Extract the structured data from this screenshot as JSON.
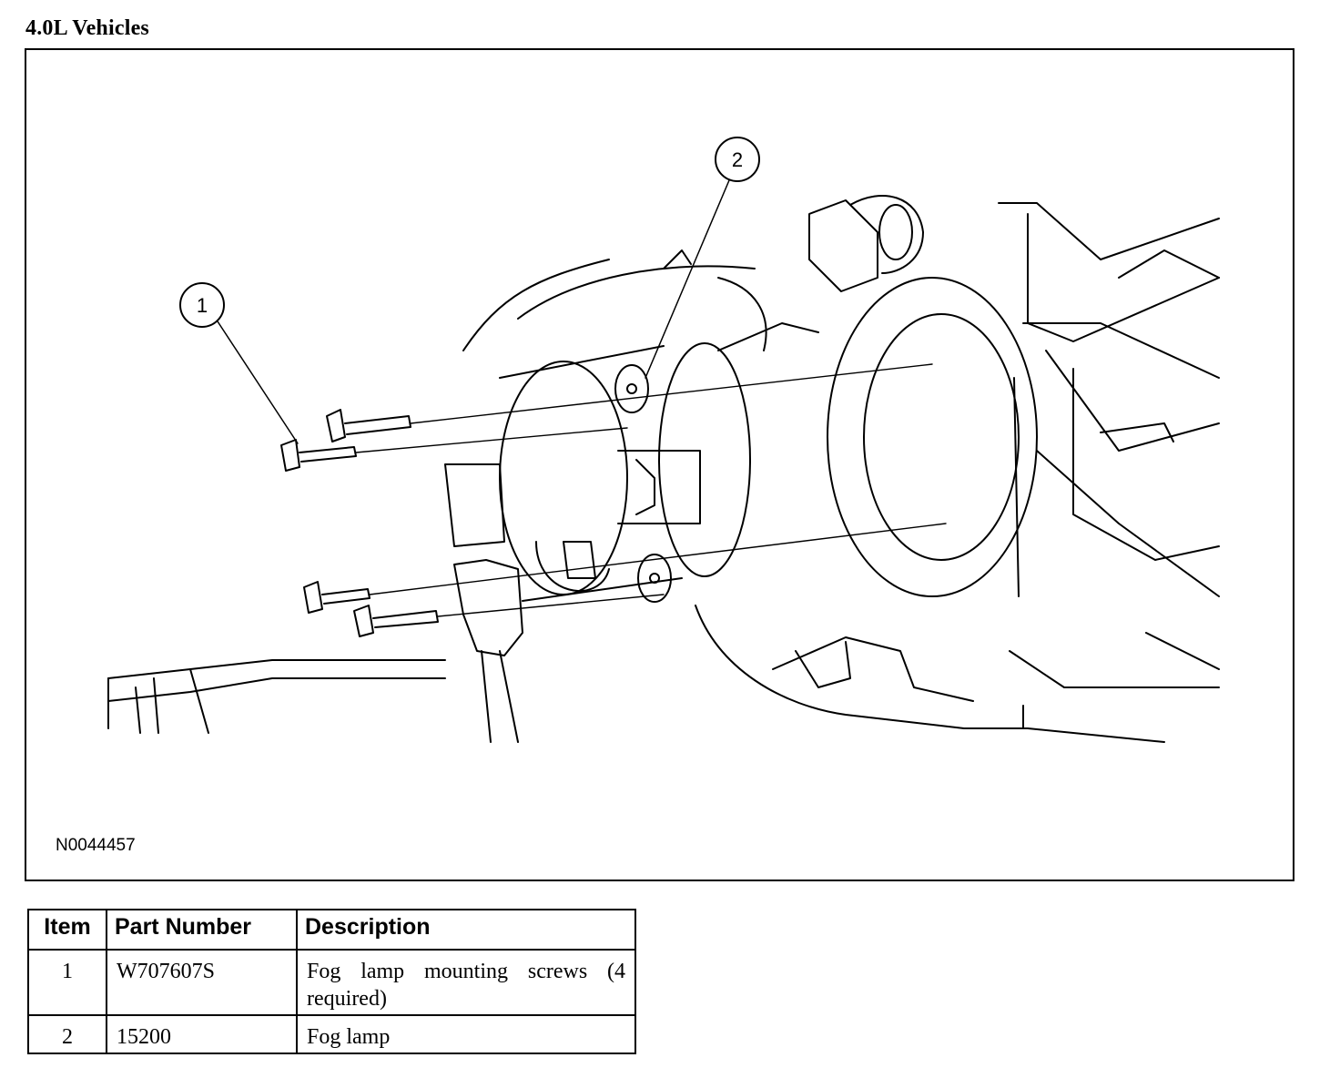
{
  "heading": "4.0L Vehicles",
  "figure": {
    "id": "N0044457",
    "callouts": [
      "1",
      "2"
    ]
  },
  "table": {
    "headers": [
      "Item",
      "Part Number",
      "Description"
    ],
    "rows": [
      {
        "item": "1",
        "part_number": "W707607S",
        "description": "Fog lamp mounting screws (4 required)"
      },
      {
        "item": "2",
        "part_number": "15200",
        "description": "Fog lamp"
      }
    ]
  }
}
